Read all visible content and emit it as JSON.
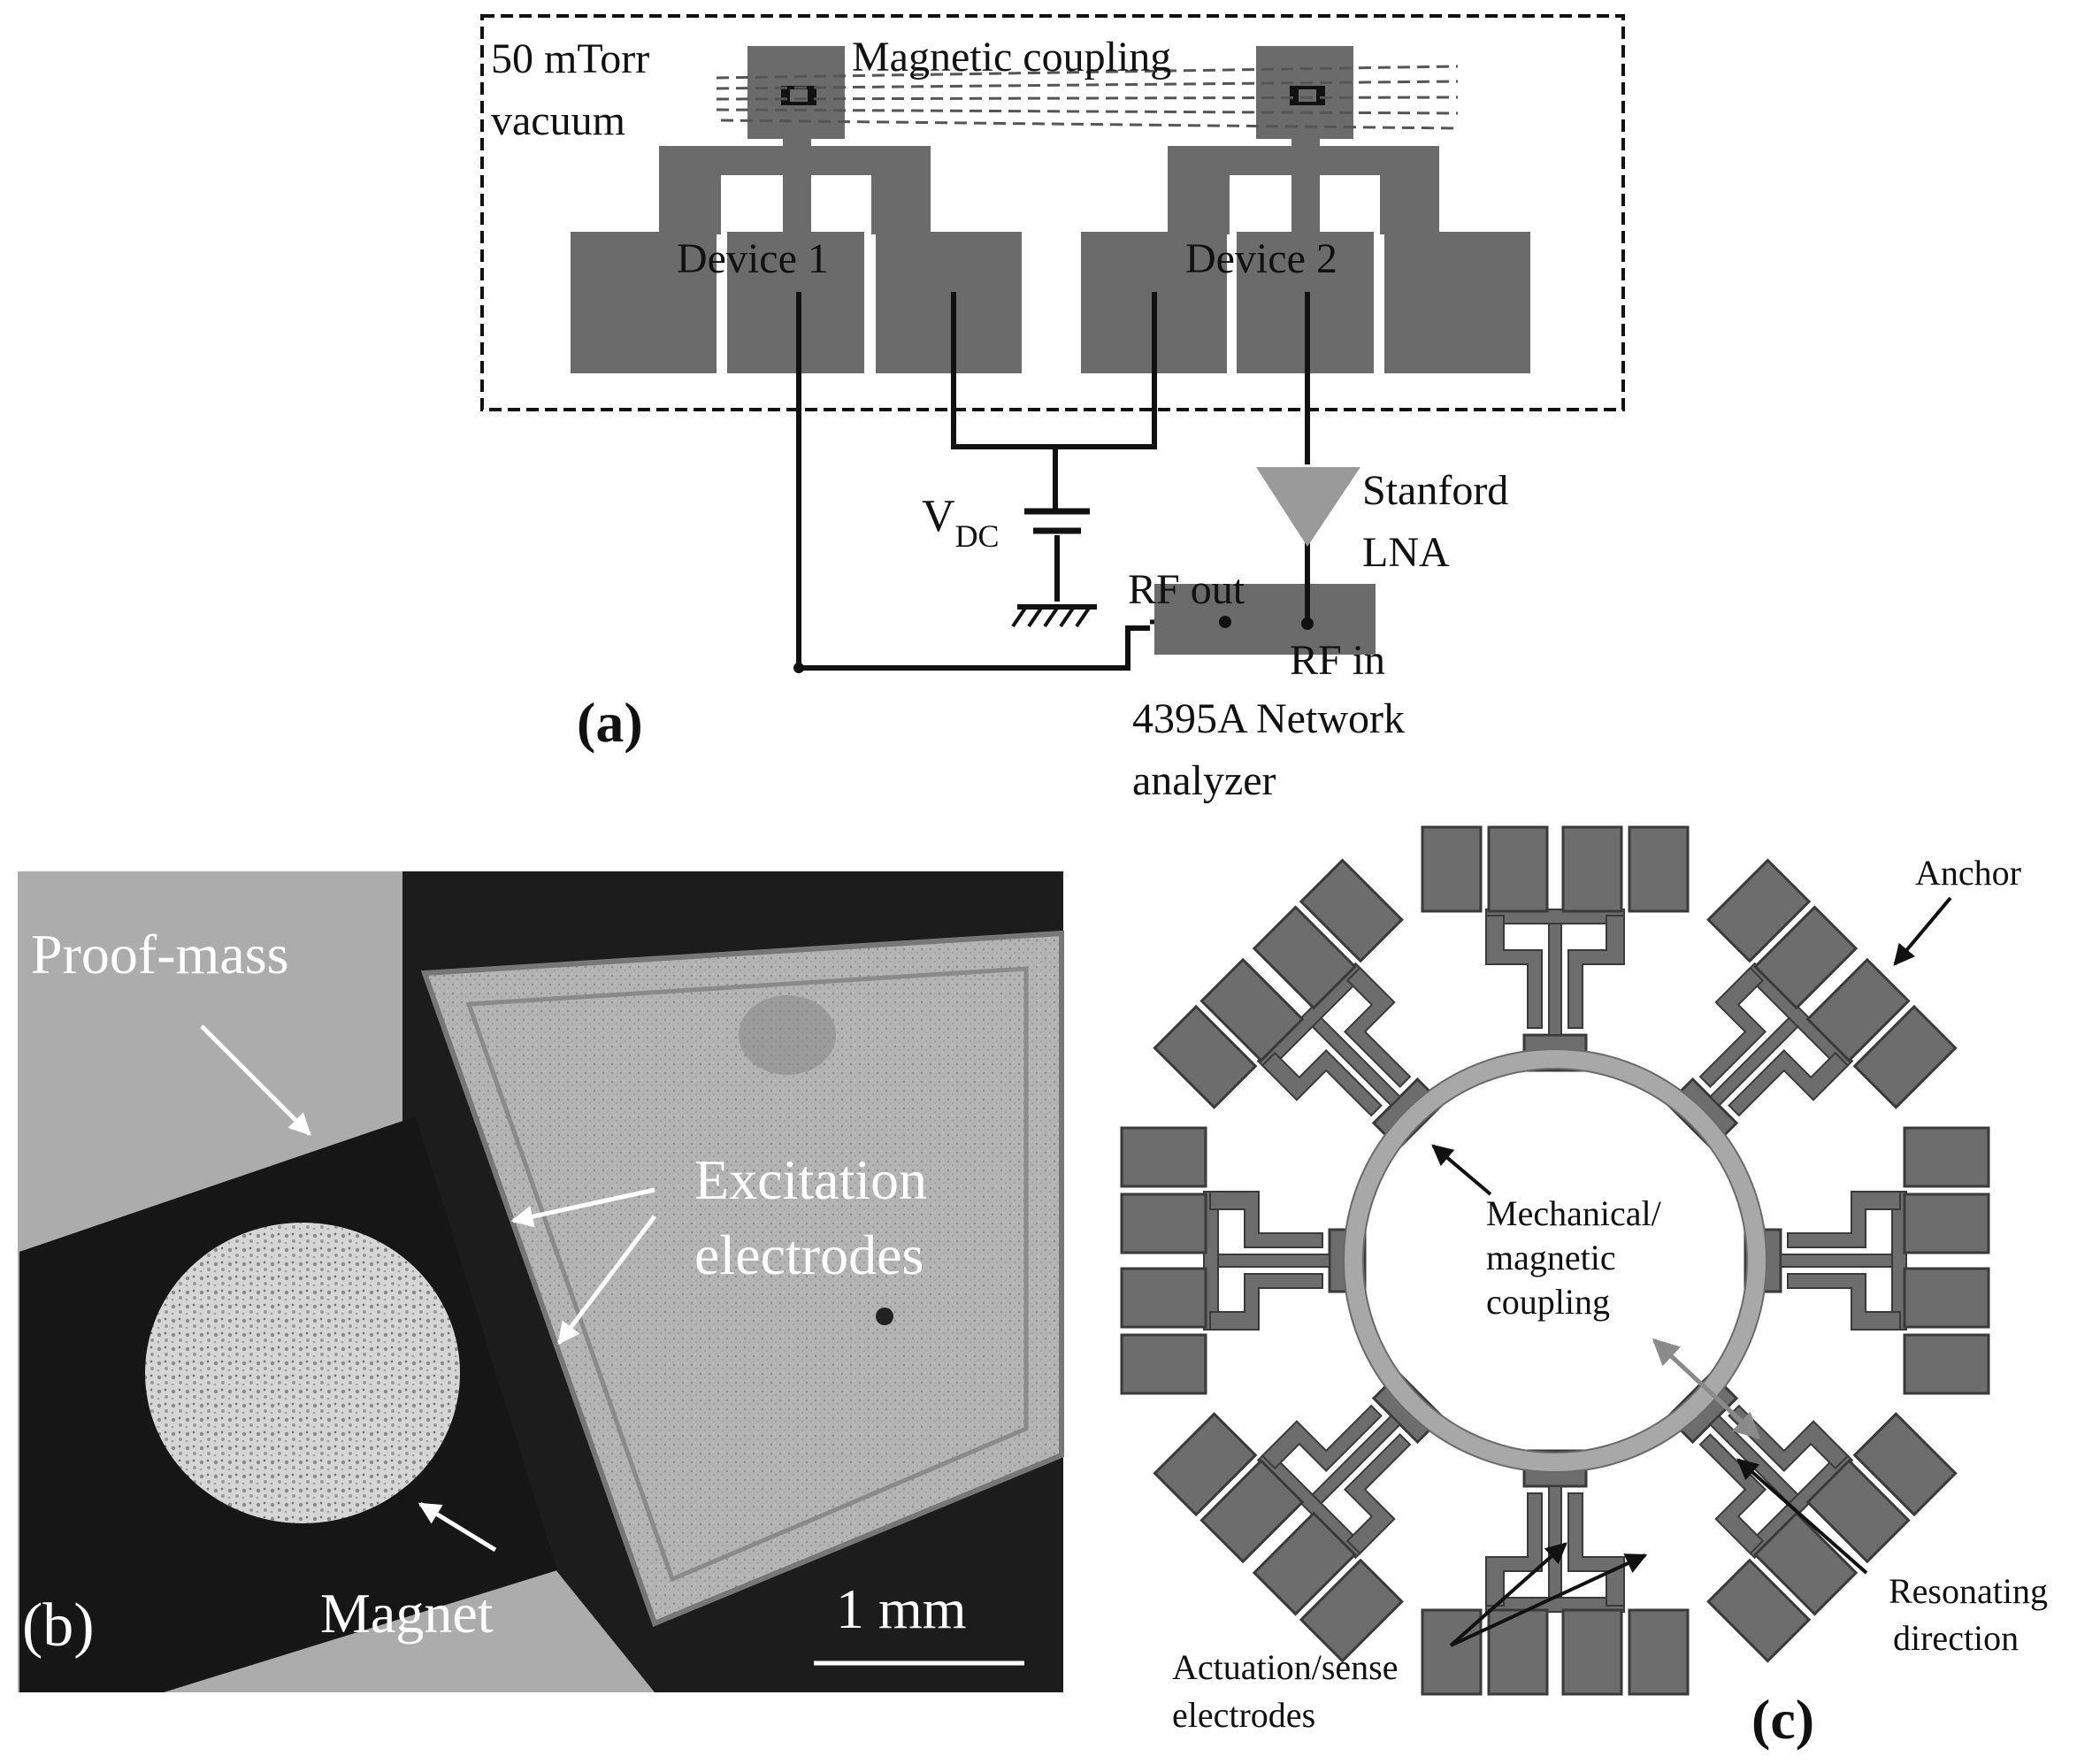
{
  "panel_a": {
    "label": "(a)",
    "vacuum_line1": "50 mTorr",
    "vacuum_line2": "vacuum",
    "coupling": "Magnetic coupling",
    "device1": "Device 1",
    "device2": "Device 2",
    "vdc_main": "V",
    "vdc_sub": "DC",
    "lna_line1": "Stanford",
    "lna_line2": "LNA",
    "rf_out": "RF out",
    "rf_in": "RF in",
    "analyzer_line1": "4395A Network",
    "analyzer_line2": "analyzer"
  },
  "panel_b": {
    "label": "(b)",
    "proof_mass": "Proof-mass",
    "excitation_line1": "Excitation",
    "excitation_line2": "electrodes",
    "magnet": "Magnet",
    "scale_bar": "1 mm"
  },
  "panel_c": {
    "label": "(c)",
    "anchor": "Anchor",
    "coupling_line1": "Mechanical/",
    "coupling_line2": "magnetic",
    "coupling_line3": "coupling",
    "electrodes_line1": "Actuation/sense",
    "electrodes_line2": "electrodes",
    "resonating_line1": "Resonating",
    "resonating_line2": "direction"
  },
  "colors": {
    "pad": "#6b6b6b",
    "ring": "#a8a8a8",
    "sem_background": "#a9a9a9",
    "sem_dark": "#1c1c1c"
  }
}
